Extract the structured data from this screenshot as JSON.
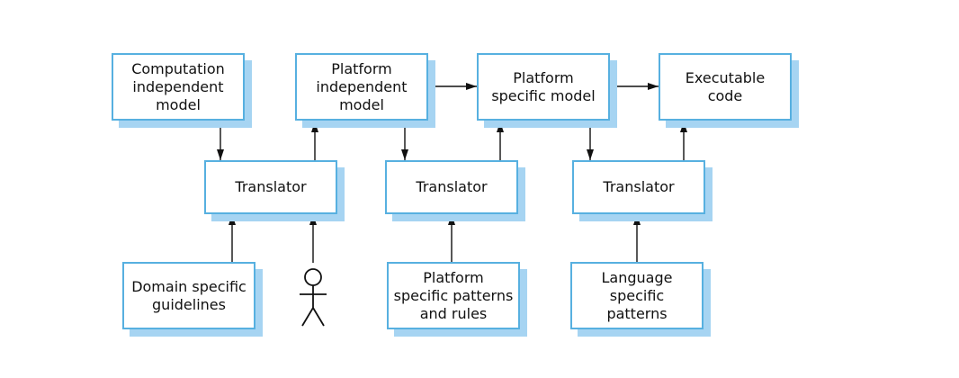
{
  "diagram": {
    "nodes": {
      "cim": {
        "label": "Computation\nindependent\nmodel"
      },
      "pim": {
        "label": "Platform\nindependent\nmodel"
      },
      "psm": {
        "label": "Platform\nspecific model"
      },
      "exec": {
        "label": "Executable\ncode"
      },
      "translator1": {
        "label": "Translator"
      },
      "translator2": {
        "label": "Translator"
      },
      "translator3": {
        "label": "Translator"
      },
      "domain_guidelines": {
        "label": "Domain specific\nguidelines"
      },
      "platform_patterns": {
        "label": "Platform\nspecific patterns\nand rules"
      },
      "language_patterns": {
        "label": "Language\nspecific\npatterns"
      }
    },
    "actor": {
      "icon": "stick-figure-user-icon"
    },
    "colors": {
      "box_border": "#57b0e0",
      "box_shadow": "#a6d4f2",
      "arrow": "#111111"
    }
  }
}
